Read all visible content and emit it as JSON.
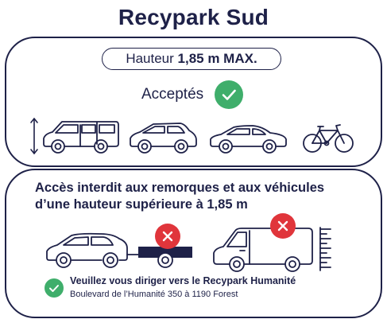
{
  "title": "Recypark Sud",
  "height_limit": {
    "prefix": "Hauteur ",
    "value": "1,85 m MAX."
  },
  "accepted": {
    "label": "Acceptés",
    "icon": "check-icon"
  },
  "accepted_vehicles": [
    "van-icon",
    "hatchback-icon",
    "sedan-icon",
    "bicycle-icon"
  ],
  "refused": {
    "warning_line1": "Accès interdit aux remorques et aux véhicules",
    "warning_line2": "d’une hauteur supérieure à 1,85 m",
    "vehicles": [
      "suv-with-trailer-icon",
      "high-van-icon"
    ],
    "icon": "cross-icon"
  },
  "redirect": {
    "title": "Veuillez vous diriger vers le Recypark Humanité",
    "address": "Boulevard de l’Humanité 350 à 1190 Forest"
  },
  "colors": {
    "navy": "#1e2148",
    "accept_green": "#3fae6b",
    "refuse_red": "#e0353b"
  }
}
